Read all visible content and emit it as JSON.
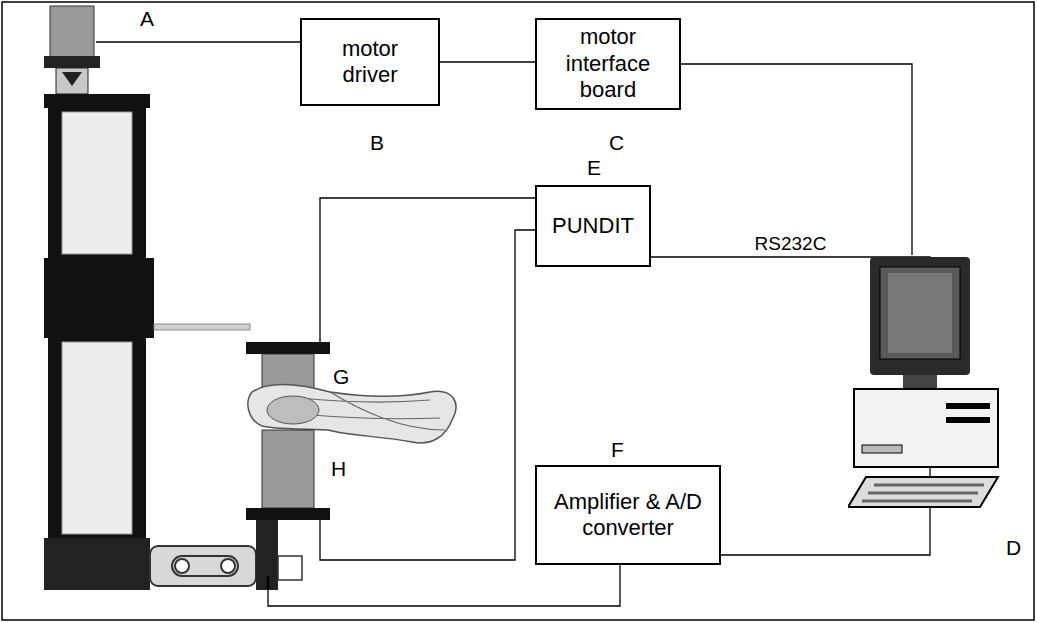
{
  "diagram": {
    "nodes": [
      {
        "text": [
          "motor driver",
          "B"
        ]
      },
      {
        "text": [
          "motor interface board",
          "C"
        ]
      },
      {
        "text": [
          "PUNDIT",
          "E"
        ]
      },
      {
        "text": [
          "Amplifier & A/D converter",
          "F"
        ]
      },
      {
        "text": [
          "D"
        ]
      }
    ],
    "edges": [
      {
        "from": 0,
        "to": 1,
        "arrow": "none"
      },
      {
        "from": 1,
        "to": 4,
        "arrow": "none"
      },
      {
        "from": 2,
        "to": 4,
        "label": "RS232C",
        "arrow": "none"
      },
      {
        "from": 3,
        "to": 4,
        "arrow": "none"
      }
    ],
    "labels": [
      "A",
      "G",
      "H",
      "I"
    ]
  }
}
